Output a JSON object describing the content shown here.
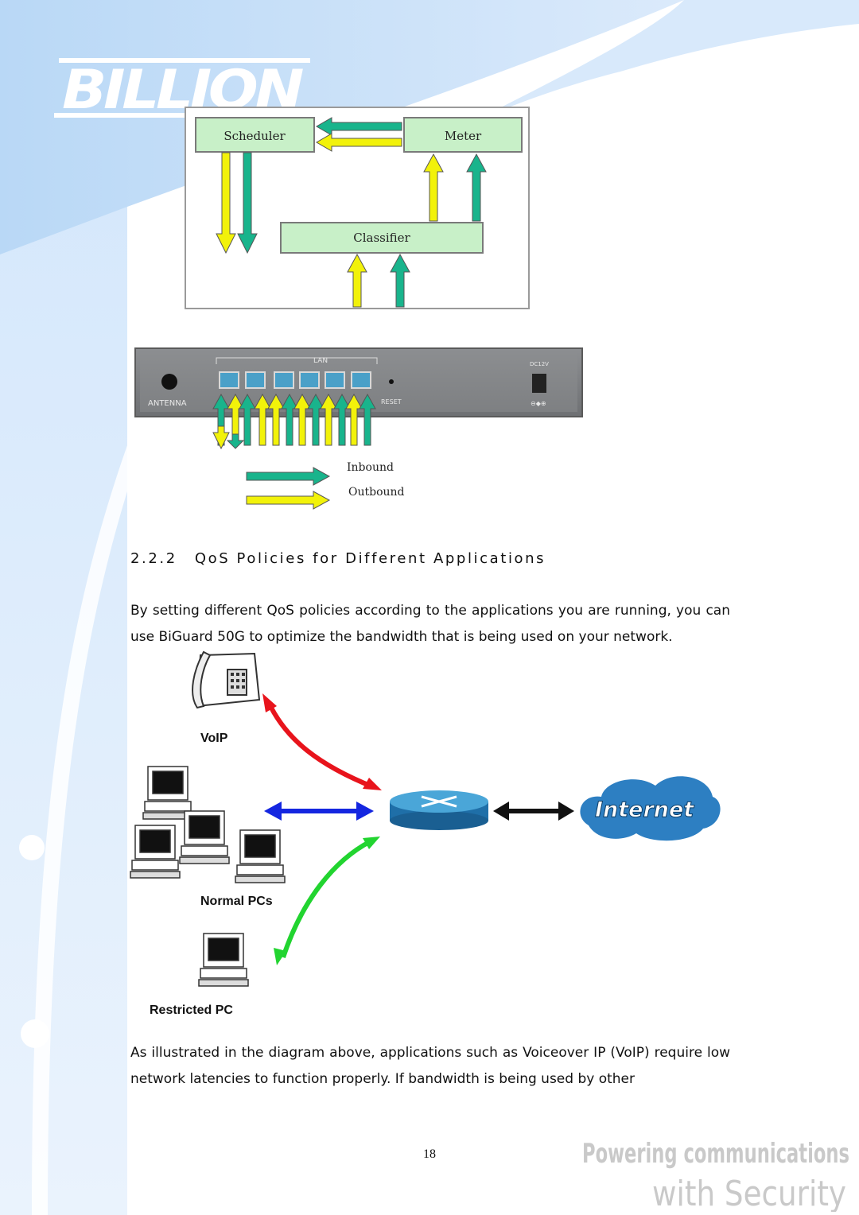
{
  "brand": {
    "logo_text": "BILLION",
    "tagline_line1": "Powering communications",
    "tagline_line2": "with Security"
  },
  "qos_diagram": {
    "scheduler": "Scheduler",
    "meter": "Meter",
    "classifier": "Classifier"
  },
  "router_panel": {
    "antenna": "ANTENNA",
    "lan": "LAN",
    "reset": "RESET",
    "power": "DC12V",
    "legend_inbound": "Inbound",
    "legend_outbound": "Outbound",
    "colors": {
      "inbound": "#19b48c",
      "outbound": "#f2f20a"
    }
  },
  "section": {
    "number": "2.2.2",
    "title": "QoS Policies for Different Applications",
    "intro": "By setting different QoS policies according to the applications you are running, you can use BiGuard 50G to optimize the bandwidth that is being used on your network."
  },
  "network_diagram": {
    "voip_label": "VoIP",
    "normal_label": "Normal PCs",
    "restricted_label": "Restricted PC",
    "internet_label": "Internet",
    "colors": {
      "voip": "#e8141c",
      "normal": "#1426e0",
      "restricted": "#22d430",
      "uplink": "#111111"
    }
  },
  "body_text": "As illustrated in the diagram above, applications such as Voiceover IP (VoIP) require low network latencies to function properly. If bandwidth is being used by other",
  "page_number": "18"
}
